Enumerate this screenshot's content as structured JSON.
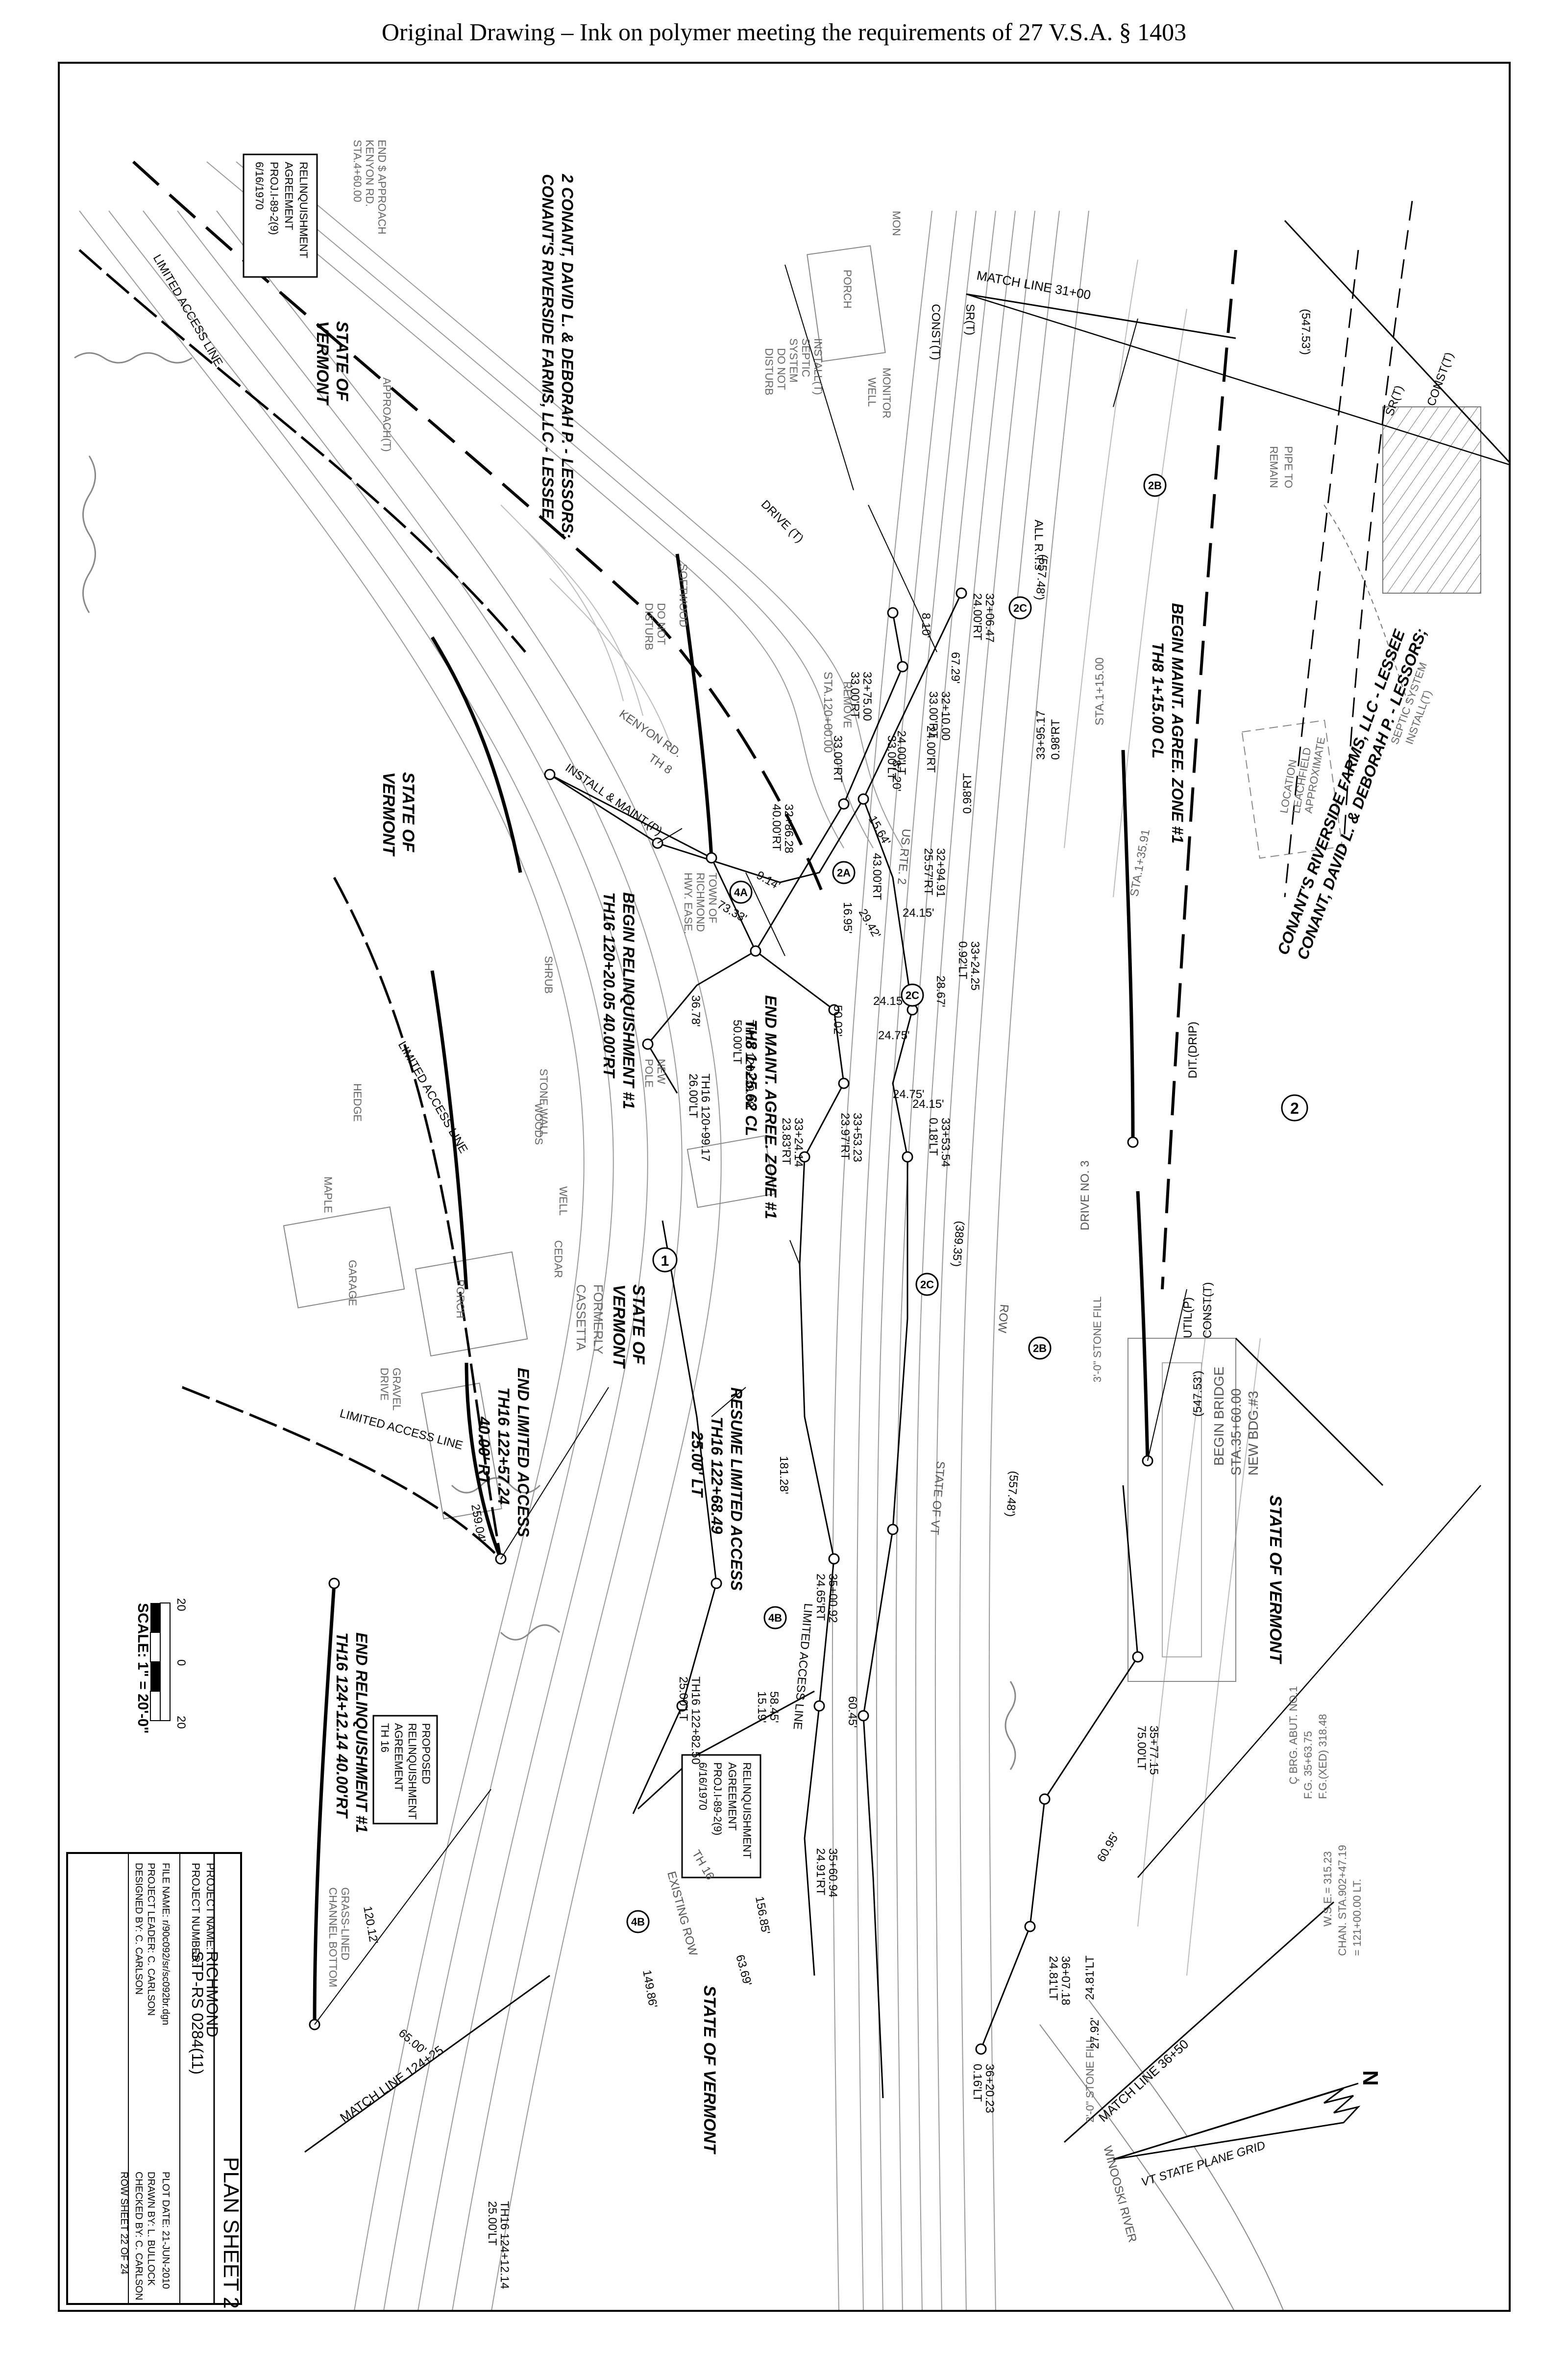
{
  "header": "Original Drawing – Ink on polymer meeting the requirements of 27 V.S.A. § 1403",
  "north": {
    "label": "N",
    "grid_label": "VT STATE PLANE GRID"
  },
  "owners": {
    "top_line1": "2 CONANT, DAVID L. & DEBORAH P. - LESSORS;",
    "top_line2": "CONANT'S RIVERSIDE FARMS, LLC - LESSEE",
    "right_line1": "CONANT, DAVID L. & DEBORAH P. - LESSORS;",
    "right_line2": "CONANT'S RIVERSIDE FARMS, LLC - LESSEE",
    "parcel_num": "2"
  },
  "state_labels": {
    "sv1": "STATE OF",
    "sv1b": "VERMONT",
    "sv2": "STATE OF",
    "sv2b": "VERMONT",
    "sv3": "STATE OF VERMONT",
    "sv4": "STATE OF VERMONT",
    "sv5": "STATE OF",
    "sv5b": "VERMONT",
    "sv5c": "FORMERLY",
    "sv5d": "CASSETTA",
    "parcel_one": "1"
  },
  "relinquishment_boxes": {
    "box1": [
      "RELINQUISHMENT",
      "AGREEMENT",
      "PROJ.I-89-2(9)",
      "6/16/1970"
    ],
    "box2": [
      "RELINQUISHMENT",
      "AGREEMENT",
      "PROJ.I-89-2(9)",
      "6/16/1970"
    ],
    "box3": [
      "PROPOSED",
      "RELINQUISHMENT",
      "AGREEMENT",
      "TH 16"
    ]
  },
  "callouts": {
    "begin_maint": [
      "BEGIN MAINT. AGREE. ZONE #1",
      "TH8 1+15.00 CL"
    ],
    "end_maint": [
      "END MAINT. AGREE. ZONE #1",
      "TH8 1+25.62 CL"
    ],
    "begin_relinq": [
      "BEGIN RELINQUISHMENT #1",
      "TH16 120+20.05 40.00'RT"
    ],
    "resume_la": [
      "RESUME LIMITED ACCESS",
      "TH16 122+68.49",
      "25.00' LT"
    ],
    "end_la": [
      "END LIMITED ACCESS",
      "TH16 122+57.24",
      "40.00' RT"
    ],
    "end_relinq": [
      "END RELINQUISHMENT #1",
      "TH16 124+12.14 40.00'RT"
    ],
    "begin_bridge": [
      "BEGIN BRIDGE",
      "STA.35+60.00",
      "NEW BDG.#3"
    ]
  },
  "match_lines": {
    "ml1": "MATCH LINE 31+00",
    "ml2": "MATCH LINE 36+50",
    "ml3": "MATCH LINE 124+25"
  },
  "line_labels": {
    "lal1": "LIMITED ACCESS LINE",
    "lal2": "LIMITED ACCESS LINE",
    "lal3": "LIMITED ACCESS LINE",
    "lal4": "LIMITED ACCESS LINE",
    "us2": "US RTE. 2",
    "th8": "TH 8",
    "th16": "TH 16",
    "kenyon": "KENYON RD.",
    "install": "INSTALL & MAINT.(P)",
    "river": "WINOOSKI RIVER",
    "existing_row": "EXISTING ROW",
    "row": "ROW",
    "state_vt": "STATE OF VT",
    "const1": "CONST(T)",
    "const2": "CONST(T)",
    "const3": "CONST(T)",
    "srt": "SR(T)",
    "srt2": "SR(T)",
    "drive": "DRIVE (T)",
    "drive3": "DRIVE NO. 3",
    "util": "UTIL(P)",
    "dit": "DIT.(DRIP)",
    "all_rt": "ALL R.T.s"
  },
  "misc_labels": {
    "end_approach": "END $ APPROACH",
    "kenyon_sta": "KENYON RD.",
    "sta460": "STA.4+60.00",
    "approach": "APPROACH(T)",
    "install_septic": "INSTALL(T)",
    "septic": "SEPTIC",
    "septic2": "SYSTEM",
    "install_septic_r": "INSTALL(T)",
    "septic_r": "SEPTIC SYSTEM",
    "monitor": "MONITOR",
    "monitor2": "WELL",
    "pipe": "PIPE TO",
    "pipe2": "REMAIN",
    "do_not_disturb": "DO NOT",
    "do_not_disturb2": "DISTURB",
    "do_not_disturb3": "DO NOT",
    "do_not_disturb4": "DISTURB",
    "softwood": "SOFTWOOD",
    "remove": "REMOVE",
    "town": "TOWN OF",
    "town2": "RICHMOND",
    "town3": "HWY. EASE.",
    "leach": "APPROXIMATE",
    "leach2": "LEACHFIELD",
    "leach3": "LOCATION",
    "stone_fill1": "3'-0\" STONE FILL",
    "stone_fill2": "2'-0\" STONE FILL",
    "stone_wall": "STONE WALL",
    "garage": "GARAGE",
    "porch": "PORCH",
    "porch2": "PORCH",
    "shrub": "SHRUB",
    "maple": "MAPLE",
    "cedar": "CEDAR",
    "well": "WELL",
    "hedge": "HEDGE",
    "gravel": "GRAVEL",
    "gravel2": "DRIVE",
    "new_pole": "NEW",
    "new_pole2": "POLE",
    "grass": "GRASS-LINED",
    "grass2": "CHANNEL BOTTOM",
    "brg": "Ç BRG. ABUT. NO.1",
    "brg2": "F.G. 35+63.75",
    "brg3": "F.G.(XED) 318.48",
    "chan": "CHAN. STA.902+47.19",
    "chan2": "= 121+00.00 LT.",
    "wse": "W.S.E.= 315.23",
    "woods": "WOODS",
    "mon": "MON"
  },
  "dimensions": {
    "d1": "(547.53')",
    "d2": "(557.48')",
    "d3": "(557.48')",
    "d4": "(389.35')",
    "d5": "(547.53')",
    "d6": "24.00'LT",
    "d7": "43.00'RT",
    "d8": "0.98'RT",
    "d9": "33.00'LT",
    "d10": "33.00'RT",
    "d11": "24.00'RT",
    "d12": "15.64'",
    "d13": "16.95'",
    "d14": "29.42'",
    "d15": "24.15'",
    "d16": "28.67'",
    "d17": "24.15'",
    "d18": "24.15'",
    "d19": "50.02'",
    "d20": "24.75'",
    "d21": "24.75'",
    "d22": "9.14'",
    "d23": "8.10'",
    "d24": "87.20'",
    "d25": "67.29'",
    "d26": "73.33'",
    "d27": "36.78'",
    "d28": "60.45'",
    "d29": "58.45'",
    "d30": "15.19'",
    "d31": "156.85'",
    "d32": "63.69'",
    "d33": "27.92'",
    "d34": "65.00'",
    "d35": "259.04'",
    "d36": "181.28'",
    "d37": "120.12'",
    "d38": "149.86'",
    "d39": "60.95'",
    "d40": "24.81'LT"
  },
  "stations": {
    "s1": "32+06.47",
    "s1b": "24.00'RT",
    "s2": "32+10.00",
    "s2b": "33.00'RT",
    "s3": "32+75.00",
    "s3b": "33.00'RT",
    "s4": "32+86.28",
    "s4b": "40.00'RT",
    "s5": "33+24.25",
    "s5b": "0.92'LT",
    "s6": "32+94.91",
    "s6b": "25.57'RT",
    "s7": "33+53.54",
    "s7b": "0.18'LT",
    "s8": "33+53.23",
    "s8b": "23.97'RT",
    "s9": "33+24.14",
    "s9b": "23.83'RT",
    "s10": "35+00.92",
    "s10b": "24.65'RT",
    "s11": "35+60.94",
    "s11b": "24.91'RT",
    "s12": "35+77.15",
    "s12b": "75.00'LT",
    "s13": "36+07.18",
    "s13b": "24.81'LT",
    "s14": "36+20.23",
    "s14b": "0.16'LT",
    "s15": "33+95.17",
    "s15b": "0.98'RT",
    "s16": "TH16 120+39.88",
    "s16b": "50.00'LT",
    "s17": "TH16 120+99.17",
    "s17b": "26.00'LT",
    "s18": "TH16 122+82.50",
    "s18b": "25.00'LT",
    "s19": "TH16 124+12.14",
    "s19b": "25.00'LT",
    "s20": "STA.120+00.00",
    "s21": "STA.1+15.00",
    "s22": "STA.1+35.91"
  },
  "circles": {
    "c2b": "2B",
    "c2c1": "2C",
    "c2c2": "2C",
    "c2c3": "2C",
    "c2a": "2A",
    "c4a": "4A",
    "c4b1": "4B",
    "c4b2": "4B",
    "c2b2": "2B"
  },
  "scale": {
    "label": "SCALE: 1\" = 20'-0\"",
    "t20": "20",
    "t0": "0",
    "t20b": "20"
  },
  "title_block": {
    "sheet": "PLAN SHEET 2",
    "project_name_label": "PROJECT NAME:",
    "project_name": "RICHMOND",
    "project_number_label": "PROJECT NUMBER:",
    "project_number": "STP-RS 0284(11)",
    "file_name": "FILE NAME: r/90c092/sr/sc092br.dgn",
    "project_leader": "PROJECT LEADER: C. CARLSON",
    "designed_by": "DESIGNED BY: C. CARLSON",
    "plot_date": "PLOT DATE: 21-JUN-2010",
    "drawn_by": "DRAWN BY: L. BULLOCK",
    "checked_by": "CHECKED BY: C. CARLSON",
    "row_sheet": "ROW SHEET 22 OF 24"
  }
}
